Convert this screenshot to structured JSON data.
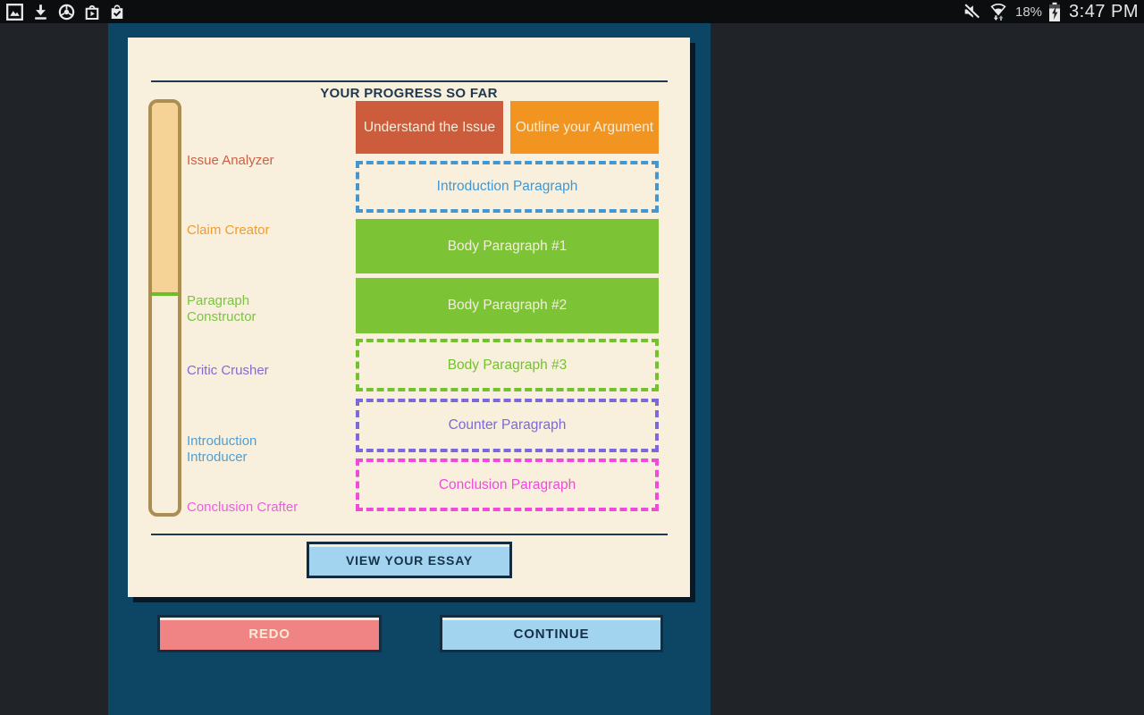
{
  "status_bar": {
    "time": "3:47 PM",
    "battery_level": "18%",
    "left_icons": [
      "gallery-icon",
      "download-icon",
      "chrome-icon",
      "play-store-icon",
      "bag-check-icon"
    ],
    "right_icons": [
      "volume-muted-icon",
      "wifi-data-icon",
      "battery-charging-icon"
    ]
  },
  "progress_card": {
    "title": "YOUR PROGRESS SO FAR",
    "progress_fill_percent": 47,
    "stages": [
      {
        "label": "Issue Analyzer",
        "color": "#ce6044"
      },
      {
        "label": "Claim Creator",
        "color": "#f39b2a"
      },
      {
        "label": "Paragraph Constructor",
        "color": "#7dc243"
      },
      {
        "label": "Critic Crusher",
        "color": "#8768d8"
      },
      {
        "label": "Introduction Introducer",
        "color": "#4d9fd6"
      },
      {
        "label": "Conclusion Crafter",
        "color": "#ef5ce2"
      }
    ],
    "blocks": [
      {
        "label": "Understand the Issue",
        "state": "complete",
        "color": "#cc5c3c"
      },
      {
        "label": "Outline your Argument",
        "state": "complete",
        "color": "#f29420"
      },
      {
        "label": "Introduction Paragraph",
        "state": "pending",
        "color": "#4596ce"
      },
      {
        "label": "Body Paragraph #1",
        "state": "complete",
        "color": "#7cc335"
      },
      {
        "label": "Body Paragraph #2",
        "state": "complete",
        "color": "#7cc335"
      },
      {
        "label": "Body Paragraph #3",
        "state": "pending",
        "color": "#72c22e"
      },
      {
        "label": "Counter Paragraph",
        "state": "pending",
        "color": "#7b68da"
      },
      {
        "label": "Conclusion Paragraph",
        "state": "pending",
        "color": "#f04ada"
      }
    ],
    "view_essay_button": "VIEW YOUR ESSAY"
  },
  "footer": {
    "redo_label": "REDO",
    "continue_label": "CONTINUE"
  },
  "colors": {
    "background": "#202428",
    "status_bar": "#0b0d0f",
    "panel": "#0d4564",
    "card": "#f8f0dd",
    "card_shadow": "#0b1823",
    "track_border": "#ad8e52",
    "track_fill": "#f5d397",
    "track_marker": "#68bf2a",
    "dark_navy": "#1d3850",
    "light_blue_button": "#a2d4f0",
    "salmon_button": "#f08484"
  }
}
